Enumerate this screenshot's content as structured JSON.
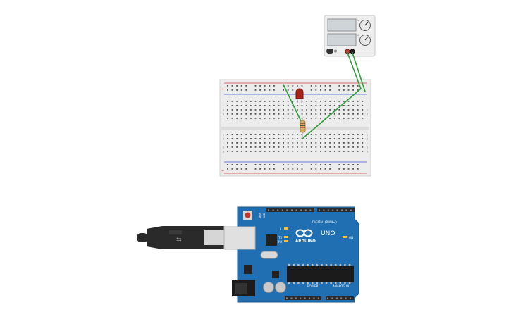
{
  "canvas": {
    "background": "#ffffff"
  },
  "power_supply": {
    "name": "power-supply",
    "body_color": "#eeeeee",
    "display_color": "#cfd4d8",
    "knob_color": "#e8e8e8",
    "switch_color": "#333333",
    "terminal_red": "#c0392b",
    "terminal_black": "#222222"
  },
  "breadboard": {
    "body_color": "#ececec",
    "rail_red": "#d23b3b",
    "rail_blue": "#3a5bd0",
    "hole_color": "#555555",
    "row_letters_top": [
      "j",
      "i",
      "h",
      "g",
      "f"
    ],
    "row_letters_bottom": [
      "e",
      "d",
      "c",
      "b",
      "a"
    ],
    "rail_sign_plus": "+",
    "rail_sign_minus": "-"
  },
  "led": {
    "color": "#a8231a"
  },
  "resistor": {
    "body_color": "#d7b072",
    "bands": [
      "#6b3e1d",
      "#111111",
      "#c0392b",
      "#c9a227"
    ]
  },
  "wires": {
    "color": "#2e9d3a"
  },
  "arduino": {
    "board_color": "#1f6fb2",
    "header_color": "#2b2b2b",
    "logo_text": "ARDUINO",
    "model_text": "UNO",
    "digital_label": "DIGITAL (PWM~)",
    "power_label": "POWER",
    "analog_label": "ANALOG IN",
    "on_label": "ON",
    "tx_label": "TX",
    "rx_label": "RX",
    "l_label": "L",
    "aref_label": "AREF",
    "gnd_label": "GND",
    "reset_button_color": "#c0392b"
  },
  "usb_cable": {
    "plug_color": "#2a2a2a",
    "connector_color": "#d6d6d6"
  }
}
